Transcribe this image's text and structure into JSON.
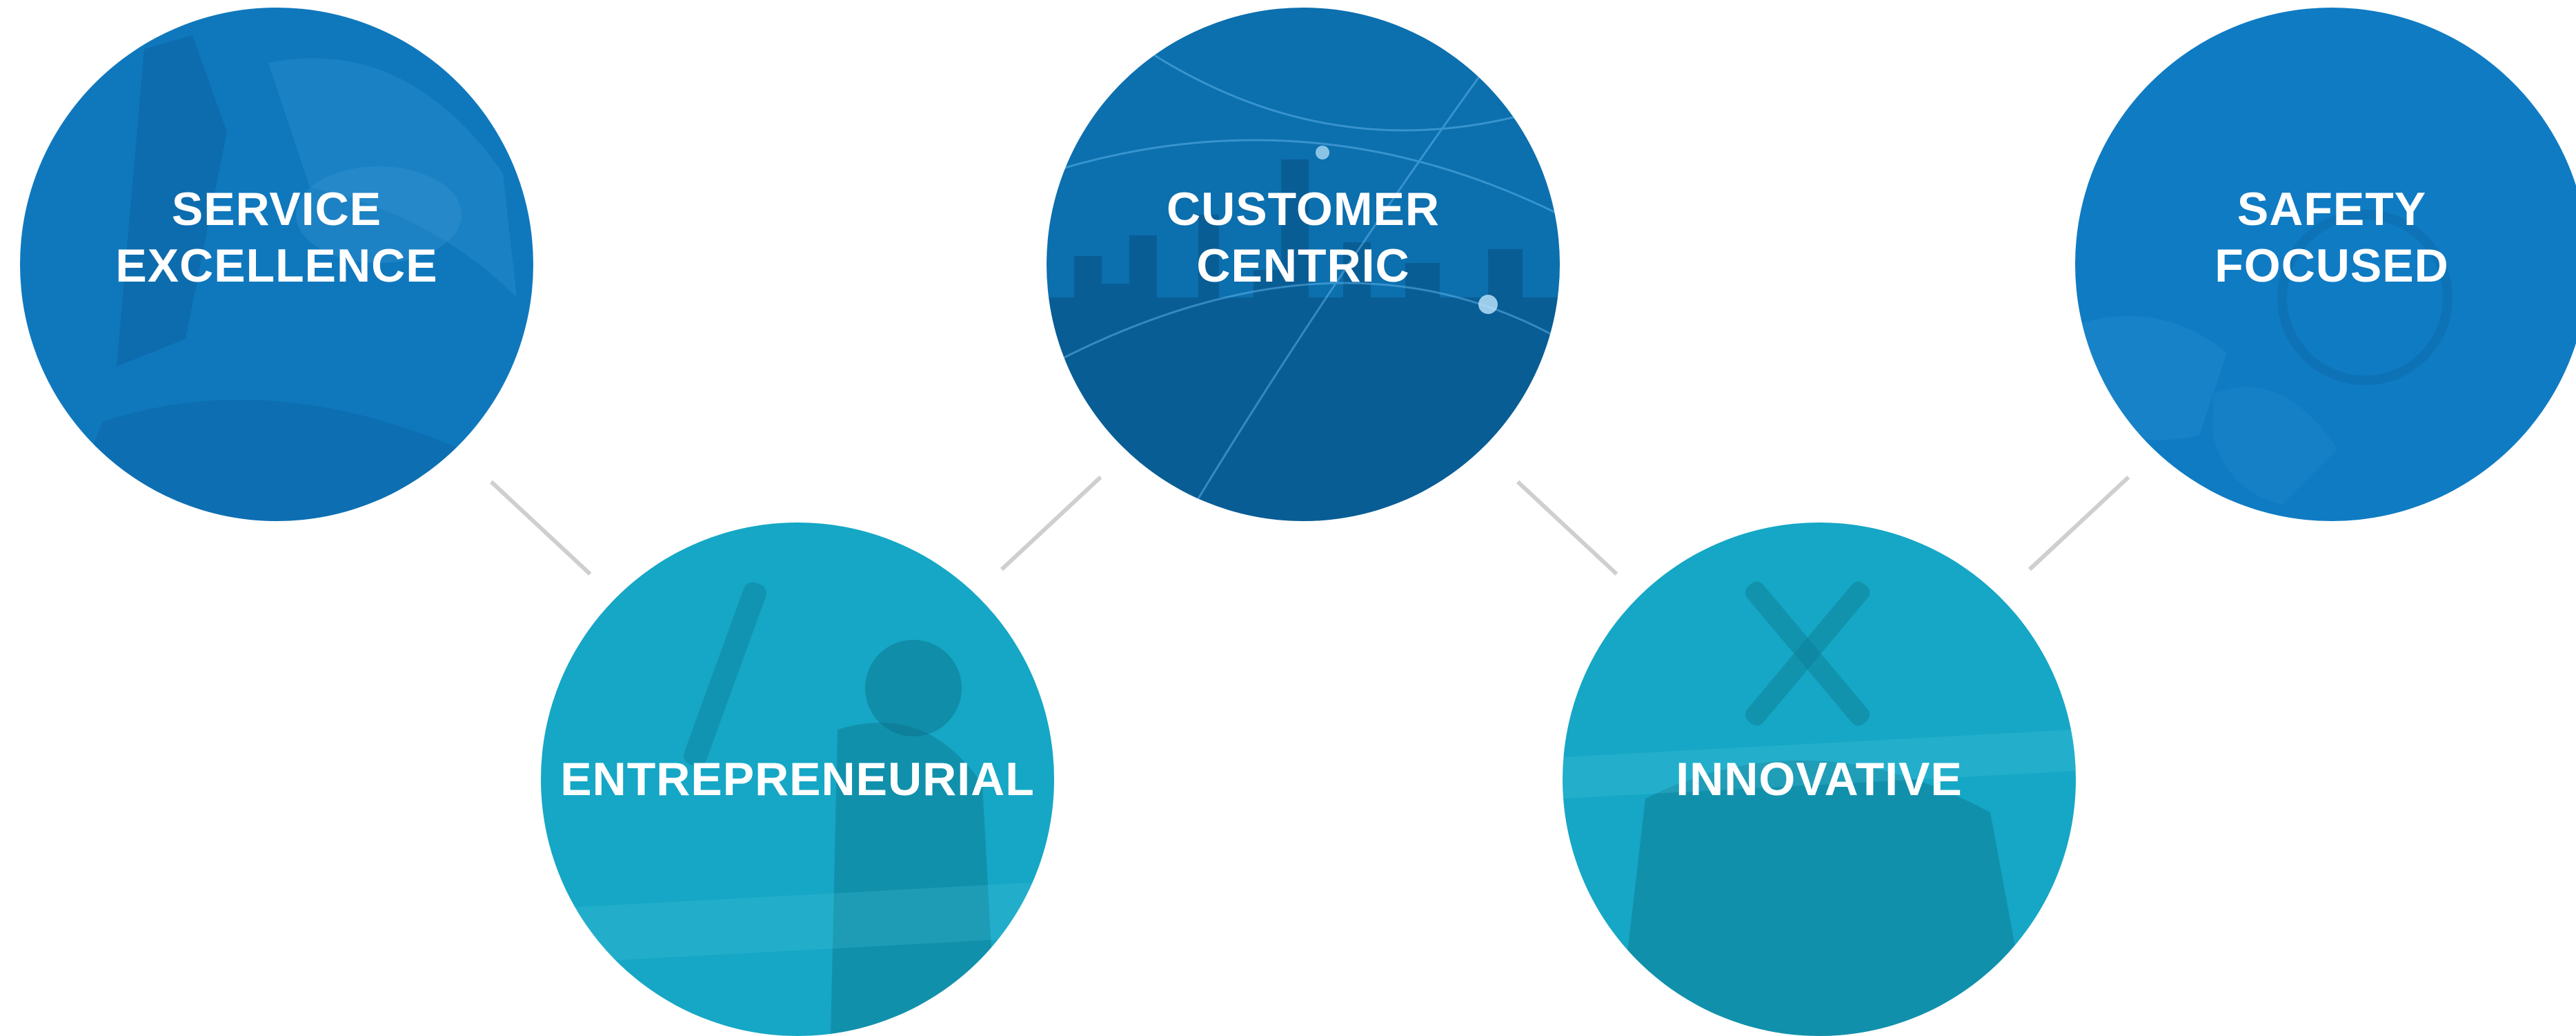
{
  "circles": [
    {
      "label": "SERVICE\nEXCELLENCE",
      "color": "#0f78bd",
      "image": "handshake-photo"
    },
    {
      "label": "ENTREPRENEURIAL",
      "color": "#15a7c5",
      "image": "signal-wand-worker-photo"
    },
    {
      "label": "CUSTOMER\nCENTRIC",
      "color": "#0c6fae",
      "image": "city-network-photo"
    },
    {
      "label": "INNOVATIVE",
      "color": "#15a7c5",
      "image": "crossed-wands-worker-photo"
    },
    {
      "label": "SAFETY\nFOCUSED",
      "color": "#0f7bc3",
      "image": "safety-hand-photo"
    }
  ],
  "connector_color": "#cfcfcf"
}
